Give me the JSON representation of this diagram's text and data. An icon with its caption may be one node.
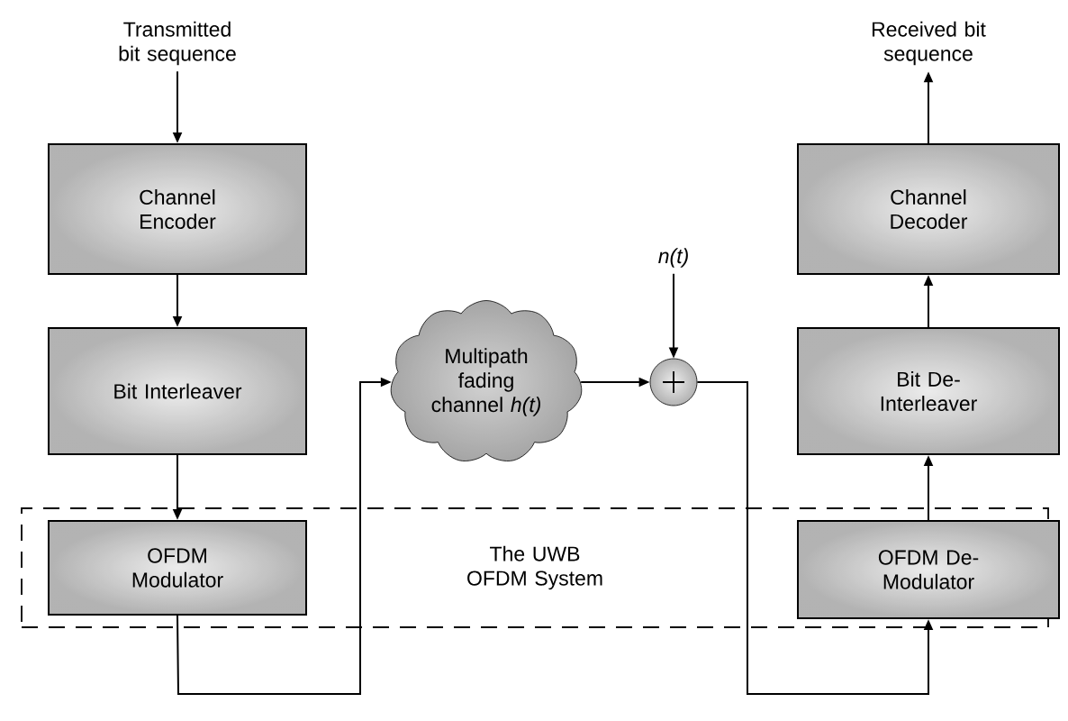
{
  "diagram": {
    "nodes": [
      {
        "text": [
          "Transmitted bit sequence"
        ]
      },
      {
        "text": [
          "Received bit sequence"
        ]
      },
      {
        "text": [
          "Channel Encoder"
        ]
      },
      {
        "text": [
          "Channel Decoder"
        ]
      },
      {
        "text": [
          "n(t)"
        ]
      },
      {
        "text": [
          "Multipath fading channel *h(t)*"
        ]
      },
      {
        "text": [
          "Bit Interleaver"
        ]
      },
      {
        "text": [],
        "shape": "circle"
      },
      {
        "text": [
          "Bit De-Interleaver"
        ]
      },
      {
        "text": [
          "The UWB OFDM System"
        ]
      },
      {
        "text": [
          "OFDM Modulator"
        ],
        "in": 9
      },
      {
        "text": [
          "OFDM De-Modulator"
        ],
        "in": 9
      }
    ],
    "edges": [
      {
        "from": 0,
        "to": 2,
        "arrow": "to"
      },
      {
        "from": 2,
        "to": 6,
        "arrow": "to"
      },
      {
        "from": 6,
        "to": 10,
        "arrow": "to"
      },
      {
        "from": 10,
        "to": 5,
        "arrow": "to"
      },
      {
        "from": 5,
        "to": 7,
        "arrow": "to"
      },
      {
        "from": 4,
        "to": 7,
        "arrow": "to"
      },
      {
        "from": 7,
        "to": 11,
        "arrow": "to"
      },
      {
        "from": 11,
        "to": 8,
        "arrow": "to"
      },
      {
        "from": 8,
        "to": 3,
        "arrow": "to"
      },
      {
        "from": 3,
        "to": 1,
        "arrow": "to"
      }
    ]
  }
}
